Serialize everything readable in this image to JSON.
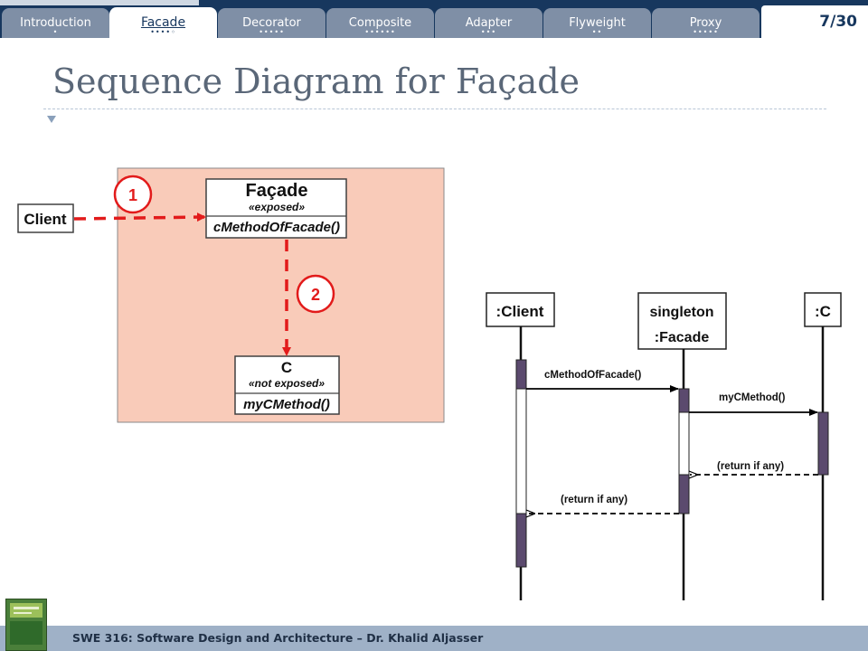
{
  "nav": {
    "tabs": [
      {
        "label": "Introduction",
        "dots": "•"
      },
      {
        "label": "Facade",
        "dots": "••••◦"
      },
      {
        "label": "Decorator",
        "dots": "•••••"
      },
      {
        "label": "Composite",
        "dots": "••••••"
      },
      {
        "label": "Adapter",
        "dots": "•••"
      },
      {
        "label": "Flyweight",
        "dots": "••"
      },
      {
        "label": "Proxy",
        "dots": "•••••"
      }
    ],
    "active_index": 1,
    "page": "7/30"
  },
  "slide_title": "Sequence Diagram for Façade",
  "structure_diagram": {
    "client_label": "Client",
    "facade_name": "Façade",
    "facade_stereotype": "«exposed»",
    "facade_method": "cMethodOfFacade()",
    "c_name": "C",
    "c_stereotype": "«not exposed»",
    "c_method": "myCMethod()",
    "step1": "1",
    "step2": "2",
    "colors": {
      "panel": "#f9cbb9",
      "arrow": "#e21b1b"
    }
  },
  "sequence_diagram": {
    "client_label": ":Client",
    "facade_line1": "singleton",
    "facade_line2": ":Facade",
    "c_label": ":C",
    "msg1": "cMethodOfFacade()",
    "msg2": "myCMethod()",
    "return1": "(return if any)",
    "return2": "(return if any)",
    "colors": {
      "activation": "#5b4a6e"
    }
  },
  "footer": {
    "text": "SWE 316: Software Design and Architecture – Dr. Khalid Aljasser",
    "book_icon": "book-cover-icon"
  }
}
